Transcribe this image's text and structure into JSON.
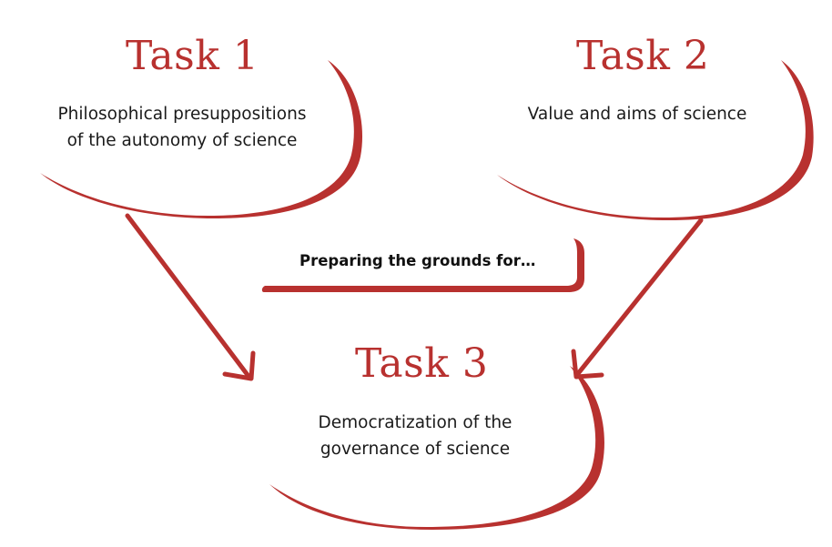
{
  "colors": {
    "accent": "#b8312f",
    "text": "#1a1a1a",
    "background": "#ffffff"
  },
  "task1": {
    "title": "Task 1",
    "lines": [
      "Philosophical presuppositions",
      "of the autonomy of science"
    ]
  },
  "task2": {
    "title": "Task 2",
    "lines": [
      "Value and aims of science"
    ]
  },
  "task3": {
    "title": "Task 3",
    "lines": [
      "Democratization of the",
      "governance of science"
    ]
  },
  "banner": {
    "text": "Preparing the grounds for…"
  }
}
